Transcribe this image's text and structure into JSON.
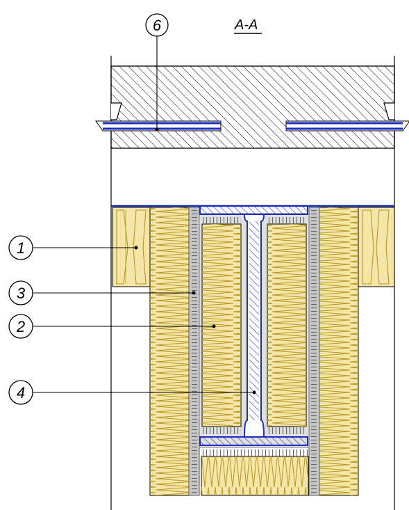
{
  "section_title": "A-A",
  "callouts": [
    {
      "id": "callout-1",
      "label": "1"
    },
    {
      "id": "callout-3",
      "label": "3"
    },
    {
      "id": "callout-2",
      "label": "2"
    },
    {
      "id": "callout-4",
      "label": "4"
    },
    {
      "id": "callout-6",
      "label": "6"
    }
  ],
  "colors": {
    "insulation_fill": "#f3e6a8",
    "insulation_line": "#b8961e",
    "membrane_blue": "#1d2fbf",
    "board_gray": "#a9a9a9",
    "line": "#000000"
  }
}
